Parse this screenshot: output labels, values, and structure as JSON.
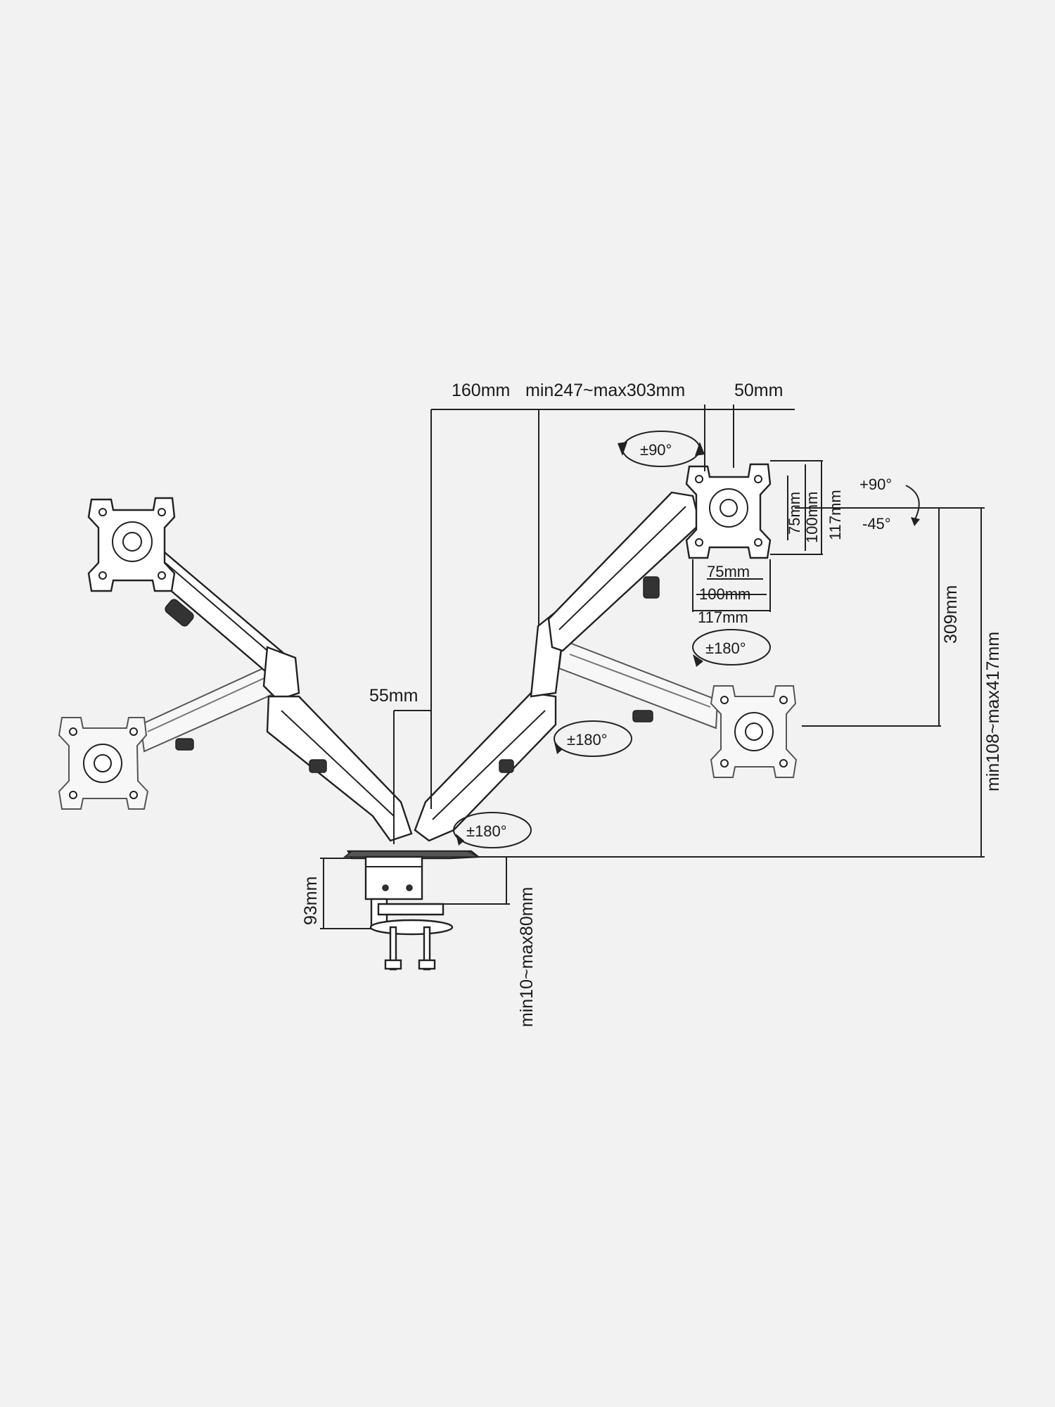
{
  "dimensions": {
    "arm_offset": "160mm",
    "arm_length": "min247~max303mm",
    "plate_offset": "50mm",
    "pole_width": "55mm",
    "vesa_small_v": "75mm",
    "vesa_mid_v": "100mm",
    "plate_size_v": "117mm",
    "vesa_small_h": "75mm",
    "vesa_mid_h": "100mm",
    "plate_size_h": "117mm",
    "height_range_arm": "309mm",
    "height_total": "min108~max417mm",
    "base_height": "93mm",
    "clamp_range": "min10~max80mm"
  },
  "rotations": {
    "rotate_top": "±90°",
    "tilt_up": "+90°",
    "tilt_down": "-45°",
    "swivel_plate": "±180°",
    "swivel_mid": "±180°",
    "swivel_base": "±180°"
  }
}
